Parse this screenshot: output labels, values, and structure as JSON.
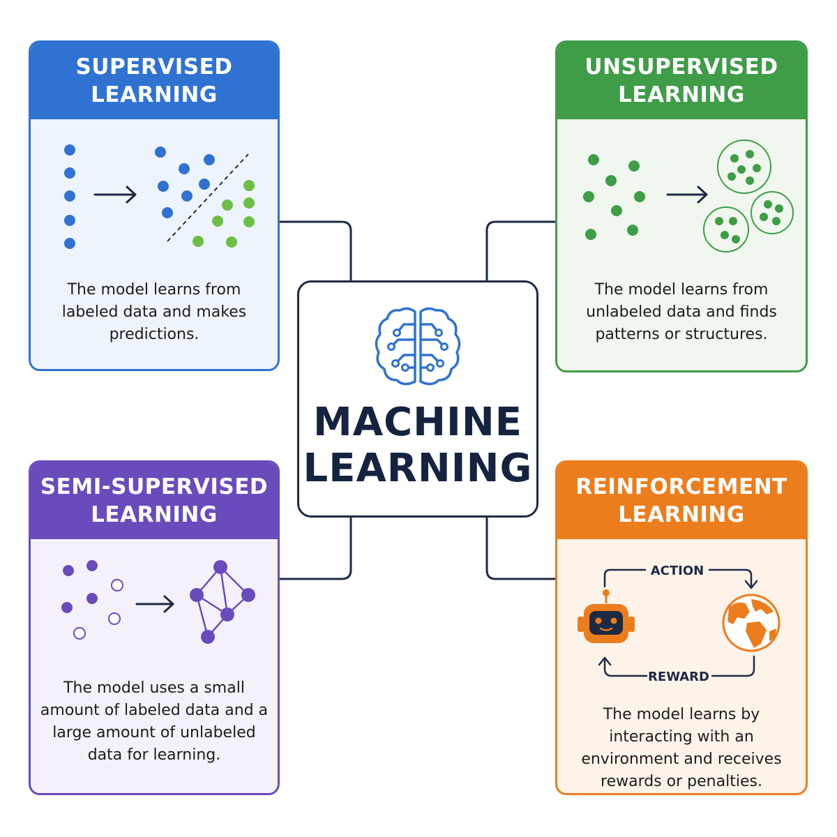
{
  "center": {
    "title": "MACHINE\nLEARNING",
    "icon": "brain-circuit-icon",
    "color": "#16233f"
  },
  "cards": {
    "supervised": {
      "title": "SUPERVISED\nLEARNING",
      "description": "The model learns from labeled data and makes predictions.",
      "color": "#2f72d1",
      "icon": "classification-boundary-icon"
    },
    "unsupervised": {
      "title": "UNSUPERVISED\nLEARNING",
      "description": "The model learns from unlabeled data and finds patterns or structures.",
      "color": "#3f9c47",
      "icon": "clustering-icon"
    },
    "semi_supervised": {
      "title": "SEMI-SUPERVISED\nLEARNING",
      "description": "The model uses a small amount of labeled data and a large amount of unlabeled data for learning.",
      "color": "#6a4bbb",
      "icon": "graph-network-icon"
    },
    "reinforcement": {
      "title": "REINFORCEMENT\nLEARNING",
      "description": "The model learns by interacting with an environment and receives rewards or penalties.",
      "color": "#ec7d1c",
      "icon": "agent-environment-loop-icon",
      "action_label": "ACTION",
      "reward_label": "REWARD"
    }
  }
}
